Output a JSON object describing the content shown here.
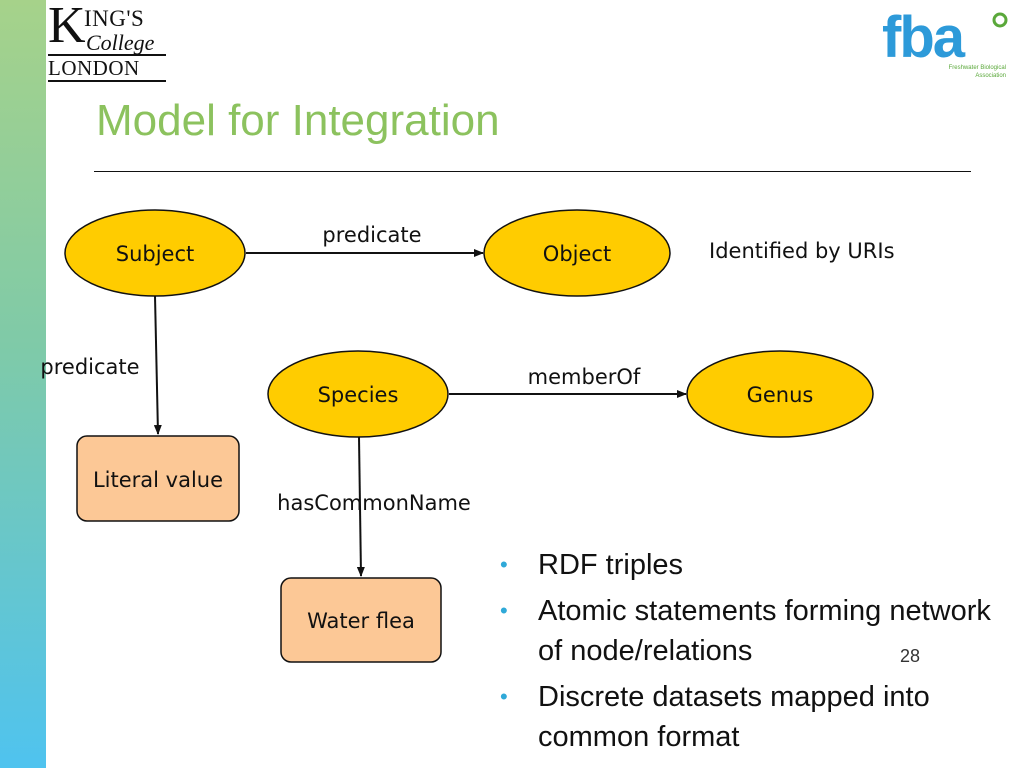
{
  "logos": {
    "kings": {
      "k": "K",
      "ings": "ING'S",
      "college": "College",
      "london": "LONDON"
    },
    "fba": {
      "text": "fba",
      "sub": "Freshwater Biological Association"
    }
  },
  "slide": {
    "title": "Model for Integration",
    "slide_number": "28"
  },
  "diagram": {
    "nodes": {
      "subject": "Subject",
      "object": "Object",
      "species": "Species",
      "genus": "Genus",
      "literal_value": "Literal value",
      "water_flea": "Water flea"
    },
    "edges": {
      "subject_object": "predicate",
      "subject_literal": "predicate",
      "species_genus": "memberOf",
      "species_water_flea": "hasCommonName"
    },
    "note": "Identified by URIs"
  },
  "bullets": [
    "RDF triples",
    "Atomic statements forming network of node/relations",
    "Discrete datasets mapped into common format"
  ],
  "colors": {
    "ellipse_fill": "#ffcc00",
    "box_fill": "#fcc896",
    "title": "#8cc25e",
    "bullet_dot": "#2fa9d8"
  }
}
